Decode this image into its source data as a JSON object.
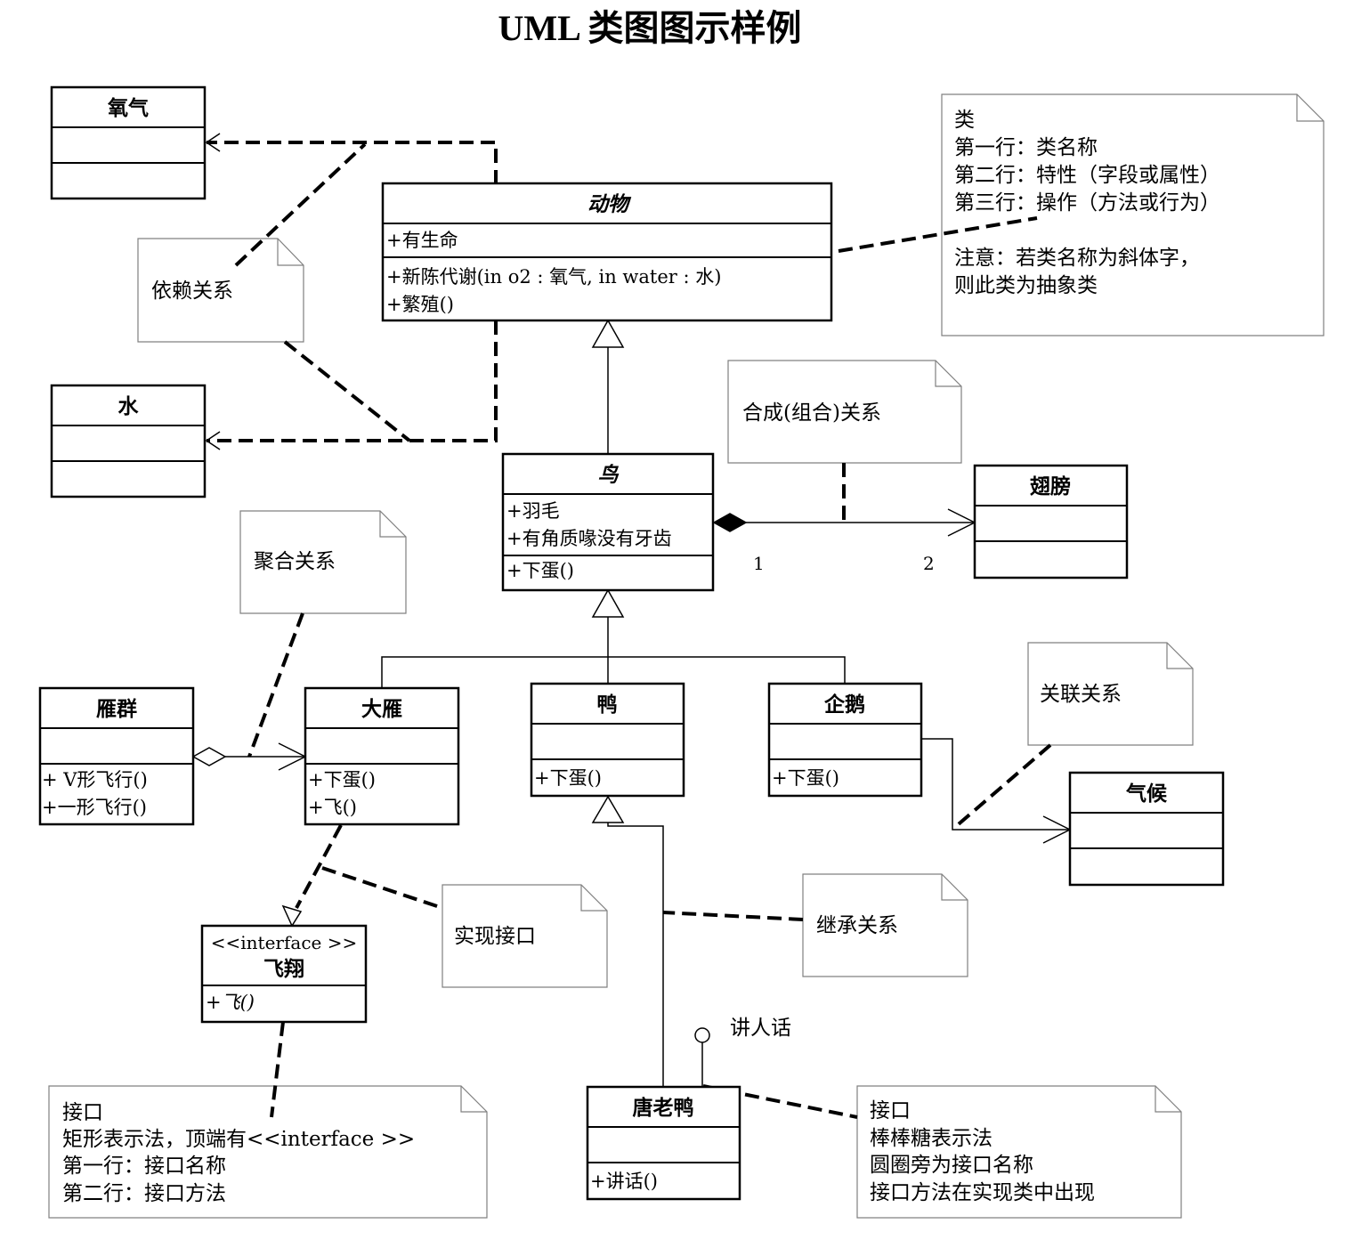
{
  "title": "UML 类图图示样例",
  "classes": {
    "oxygen": {
      "name": "氧气"
    },
    "water": {
      "name": "水"
    },
    "animal": {
      "name": "动物",
      "attr1": "+有生命",
      "op1": "+新陈代谢(in o2 : 氧气, in water : 水)",
      "op2": "+繁殖()"
    },
    "bird": {
      "name": "鸟",
      "attr1": "+羽毛",
      "attr2": "+有角质喙没有牙齿",
      "op1": "+下蛋()"
    },
    "wing": {
      "name": "翅膀"
    },
    "flock": {
      "name": "雁群",
      "op1": "+ V形飞行()",
      "op2": "+一形飞行()"
    },
    "goose": {
      "name": "大雁",
      "op1": "+下蛋()",
      "op2": "+飞()"
    },
    "duck": {
      "name": "鸭",
      "op1": "+下蛋()"
    },
    "penguin": {
      "name": "企鹅",
      "op1": "+下蛋()"
    },
    "climate": {
      "name": "气候"
    },
    "tangduck": {
      "name": "唐老鸭",
      "op1": "+讲话()"
    }
  },
  "interface_box": {
    "stereotype": "<<interface >>",
    "name": "飞翔",
    "op1": "+飞()"
  },
  "notes": {
    "dependency": "依赖关系",
    "class_desc": [
      "类",
      "第一行：类名称",
      "第二行：特性（字段或属性）",
      "第三行：操作（方法或行为）",
      "",
      "注意：若类名称为斜体字，",
      "则此类为抽象类"
    ],
    "composition": "合成(组合)关系",
    "aggregation": "聚合关系",
    "association": "关联关系",
    "realization": "实现接口",
    "inheritance": "继承关系",
    "interface_rect": [
      "接口",
      "矩形表示法，顶端有<<interface >>",
      "第一行：接口名称",
      "第二行：接口方法"
    ],
    "interface_lollipop": [
      "接口",
      "棒棒糖表示法",
      "圆圈旁为接口名称",
      "接口方法在实现类中出现"
    ]
  },
  "lollipop_label": "讲人话",
  "multiplicity": {
    "bird_end": "1",
    "wing_end": "2"
  }
}
